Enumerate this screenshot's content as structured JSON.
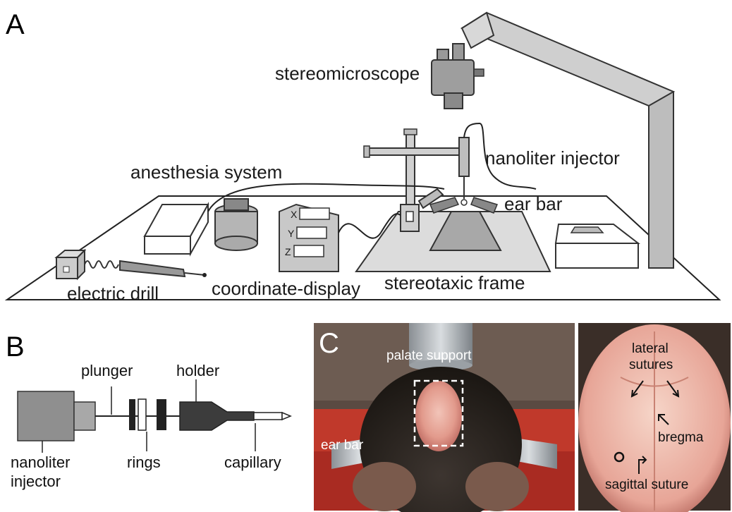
{
  "panels": {
    "a": {
      "letter": "A",
      "labels": {
        "stereomicroscope": "stereomicroscope",
        "nanoliter_injector": "nanoliter injector",
        "anesthesia_system": "anesthesia system",
        "ear_bar": "ear bar",
        "electric_drill": "electric drill",
        "coordinate_display": "coordinate-display",
        "stereotaxic_frame": "stereotaxic frame",
        "display_x": "X",
        "display_y": "Y",
        "display_z": "Z"
      }
    },
    "b": {
      "letter": "B",
      "labels": {
        "plunger": "plunger",
        "holder": "holder",
        "nanoliter": "nanoliter",
        "injector": "injector",
        "rings": "rings",
        "capillary": "capillary"
      }
    },
    "c": {
      "letter": "C",
      "labels": {
        "palate_support": "palate support",
        "ear_bar": "ear bar",
        "lateral": "lateral",
        "sutures": "sutures",
        "bregma": "bregma",
        "sagittal_suture": "sagittal suture"
      }
    }
  },
  "colors": {
    "table_top": "#ffffff",
    "frame_gray": "#c8c8c8",
    "dark_gray": "#555555",
    "photo_red": "#c0392b",
    "skull_pink": "#e8a79a"
  }
}
